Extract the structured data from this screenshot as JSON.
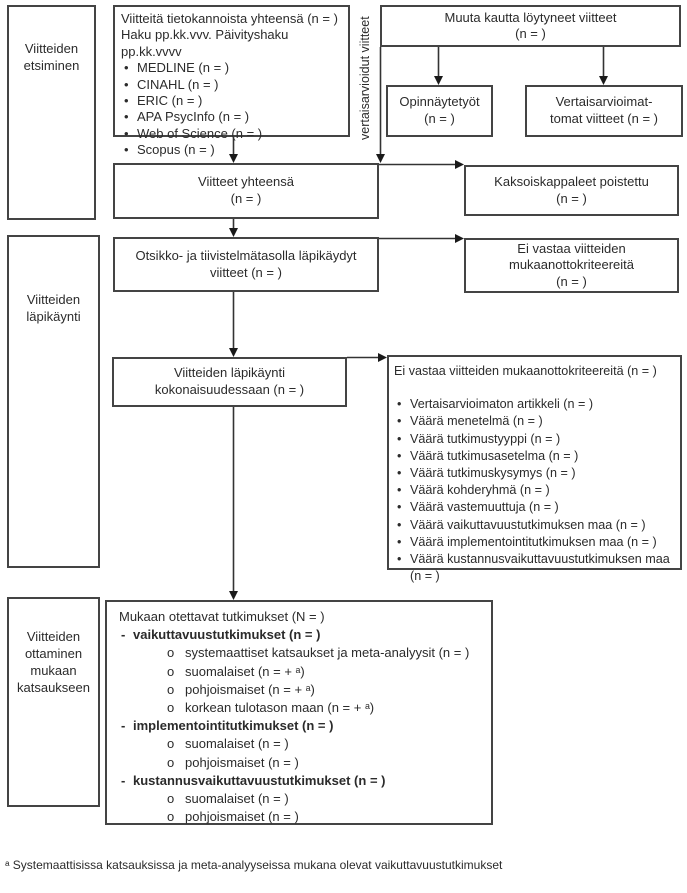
{
  "page": {
    "background": "#ffffff",
    "text_color": "#2b2b2b",
    "border_color": "#444444",
    "arrow_color": "#1a1a1a"
  },
  "markers": {
    "bullet": "•",
    "dash": "-",
    "circle": "o"
  },
  "stages": [
    {
      "label": "Viitteiden etsiminen"
    },
    {
      "label": "Viitteiden läpikäynti"
    },
    {
      "label": "Viitteiden ottaminen mukaan katsaukseen"
    }
  ],
  "rotated_label": "vertaisarvioidut viitteet",
  "boxes": {
    "databases": {
      "line1": "Viitteitä tietokannoista yhteensä (n = )",
      "line2": "Haku pp.kk.vvv. Päivityshaku pp.kk.vvvv",
      "items": [
        "MEDLINE (n = )",
        "CINAHL (n = )",
        "ERIC (n = )",
        "APA PsycInfo (n = )",
        "Web of Science (n = )",
        "Scopus (n = )"
      ]
    },
    "other_sources": {
      "line1": "Muuta kautta löytyneet viitteet",
      "line2": "(n = )"
    },
    "theses": {
      "line1": "Opinnäytetyöt",
      "line2": "(n = )"
    },
    "non_peer_reviewed": {
      "line1": "Vertaisarvioimat-",
      "line2": "tomat viitteet (n = )"
    },
    "total": {
      "line1": "Viitteet yhteensä",
      "line2": "(n = )"
    },
    "duplicates_removed": {
      "line1": "Kaksoiskappaleet poistettu",
      "line2": "(n = )"
    },
    "title_abstract": {
      "line1": "Otsikko- ja tiivistelmätasolla läpikäydyt",
      "line2": "viitteet (n = )"
    },
    "no_match_short": {
      "line1": "Ei vastaa viitteiden",
      "line2": "mukaanottokriteereitä",
      "line3": "(n = )"
    },
    "full_screening": {
      "line1": "Viitteiden läpikäynti",
      "line2": "kokonaisuudessaan (n = )"
    },
    "excluded": {
      "title": "Ei vastaa viitteiden mukaanottokriteereitä (n = )",
      "items": [
        "Vertaisarvioimaton artikkeli (n = )",
        "Väärä menetelmä (n = )",
        "Väärä tutkimustyyppi (n = )",
        "Väärä tutkimusasetelma (n = )",
        "Väärä tutkimuskysymys (n = )",
        "Väärä kohderyhmä (n = )",
        "Väärä vastemuuttuja (n = )",
        "Väärä vaikuttavuustutkimuksen maa (n = )",
        "Väärä implementointitutkimuksen maa (n = )",
        "Väärä kustannusvaikuttavuustutkimuksen maa (n = )"
      ]
    },
    "included": {
      "title": "Mukaan otettavat tutkimukset (N = )",
      "groups": [
        {
          "label": "vaikuttavuustutkimukset (n = )",
          "subs": [
            "systemaattiset katsaukset ja meta-analyysit (n = )",
            "suomalaiset (n = + ᵃ)",
            "pohjoismaiset (n = + ᵃ)",
            "korkean tulotason maan (n = + ᵃ)"
          ]
        },
        {
          "label": "implementointitutkimukset (n = )",
          "subs": [
            "suomalaiset (n = )",
            "pohjoismaiset (n = )"
          ]
        },
        {
          "label": "kustannusvaikuttavuustutkimukset (n = )",
          "subs": [
            "suomalaiset (n = )",
            "pohjoismaiset (n = )"
          ]
        }
      ]
    }
  },
  "footnote": "ᵃ Systemaattisissa katsauksissa ja meta-analyyseissa mukana olevat vaikuttavuustutkimukset"
}
